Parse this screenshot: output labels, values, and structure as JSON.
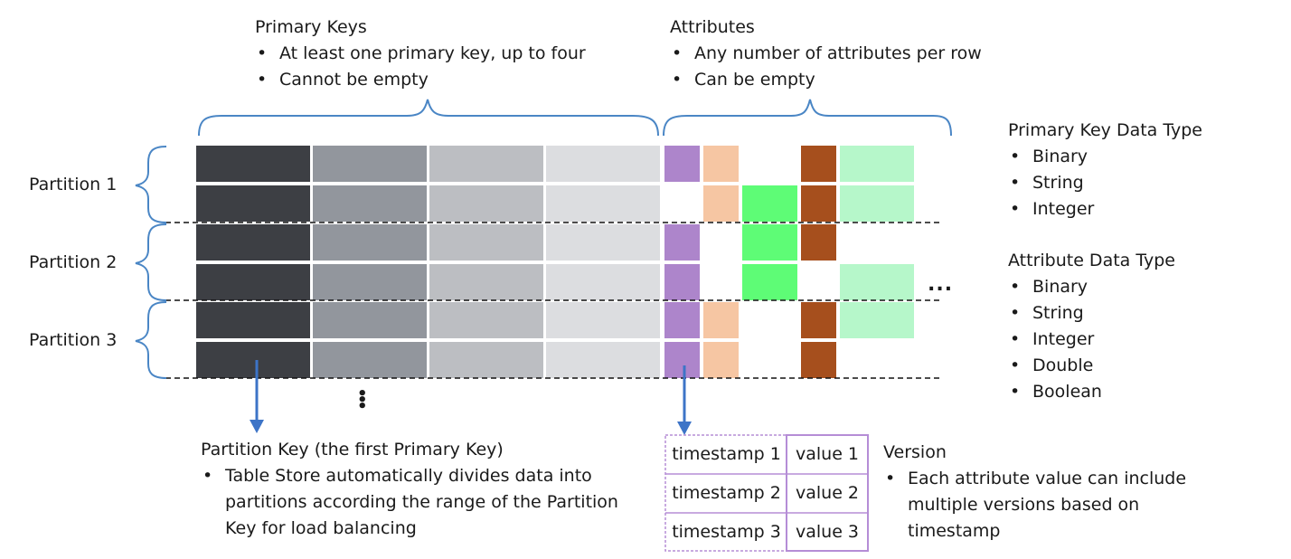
{
  "primary_keys": {
    "title": "Primary Keys",
    "bullets": [
      "At least one primary key, up to four",
      "Cannot be empty"
    ]
  },
  "attributes": {
    "title": "Attributes",
    "bullets": [
      "Any number of attributes per row",
      "Can be empty"
    ]
  },
  "pk_data_type": {
    "title": "Primary Key Data Type",
    "items": [
      "Binary",
      "String",
      "Integer"
    ]
  },
  "attr_data_type": {
    "title": "Attribute Data Type",
    "items": [
      "Binary",
      "String",
      "Integer",
      "Double",
      "Boolean"
    ]
  },
  "partitions": [
    "Partition 1",
    "Partition 2",
    "Partition 3"
  ],
  "more_columns": "...",
  "partition_key": {
    "title": "Partition Key (the first Primary Key)",
    "bullets": [
      "Table Store automatically divides data into partitions according the range of the Partition Key for load balancing"
    ]
  },
  "versions": [
    {
      "timestamp": "timestamp 1",
      "value": "value 1"
    },
    {
      "timestamp": "timestamp 2",
      "value": "value 2"
    },
    {
      "timestamp": "timestamp 3",
      "value": "value 3"
    }
  ],
  "version": {
    "title": "Version",
    "bullets": [
      "Each attribute value can include multiple versions based on timestamp"
    ]
  },
  "colors": {
    "pk1": "#3d3f44",
    "pk2": "#92969d",
    "pk3": "#bcbec2",
    "pk4": "#dcdde0",
    "attr_purple": "#ad85cb",
    "attr_peach": "#f6c6a3",
    "attr_green": "#5efc76",
    "attr_brown": "#a64f1d",
    "attr_lightgreen": "#b6f7ca",
    "brace": "#4a86c5",
    "arrow": "#3d74c7",
    "version_border": "#b58dd6"
  }
}
